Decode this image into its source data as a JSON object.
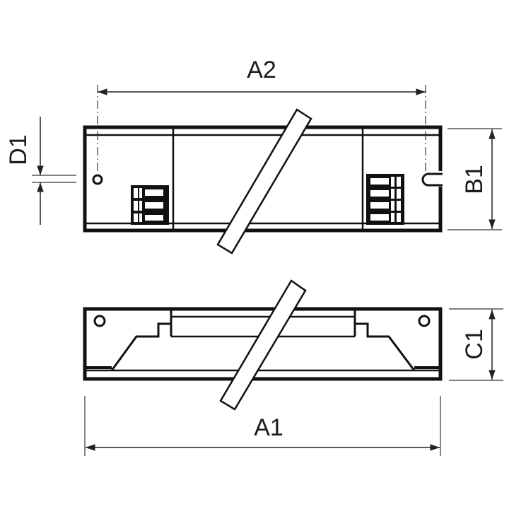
{
  "diagram": {
    "type": "technical-dimension-drawing",
    "subject": "electronic ballast housing",
    "views": [
      "top-view",
      "side-view"
    ],
    "colors": {
      "line": "#111111",
      "background": "#ffffff",
      "dimension": "#222222"
    }
  },
  "dimensions": {
    "a2": {
      "label": "A2"
    },
    "a1": {
      "label": "A1"
    },
    "b1": {
      "label": "B1"
    },
    "c1": {
      "label": "C1"
    },
    "d1": {
      "label": "D1"
    }
  }
}
